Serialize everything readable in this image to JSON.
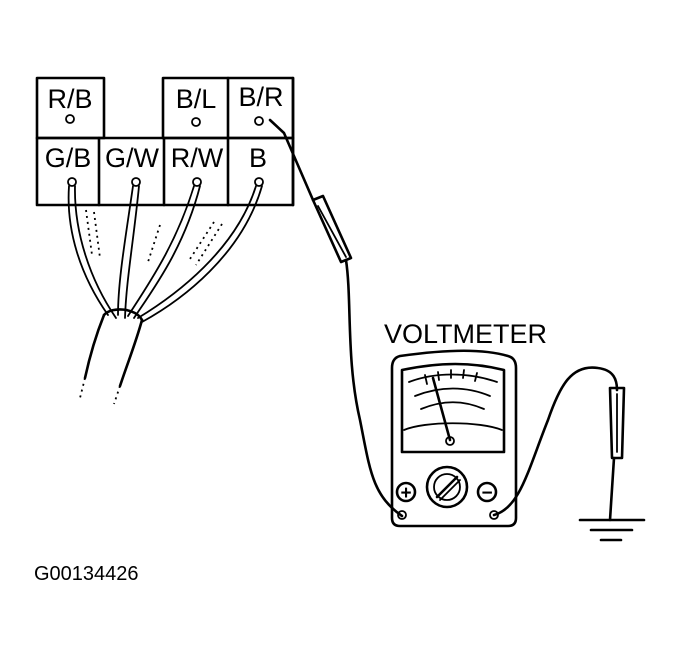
{
  "connector": {
    "top_row": [
      "R/B",
      "B/L",
      "B/R"
    ],
    "bottom_row": [
      "G/B",
      "G/W",
      "R/W",
      "B"
    ]
  },
  "meter": {
    "title": "VOLTMETER",
    "plus_symbol": "+",
    "minus_symbol": "−"
  },
  "figure_id": "G00134426"
}
